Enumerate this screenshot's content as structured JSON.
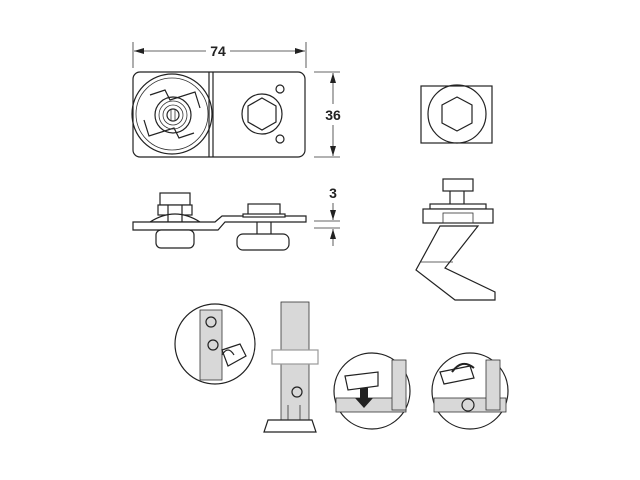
{
  "dimensions": {
    "width": "74",
    "height": "36",
    "thickness": "3"
  }
}
